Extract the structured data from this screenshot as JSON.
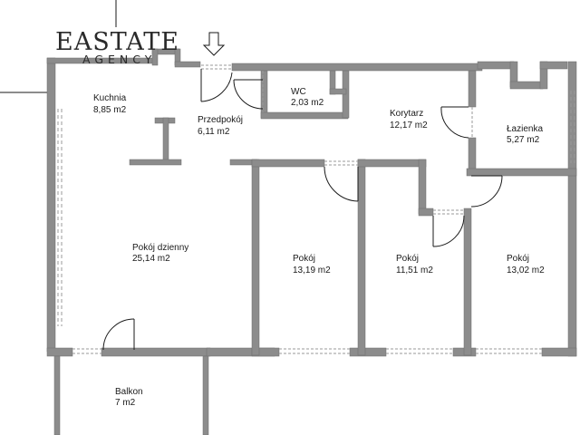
{
  "brand": {
    "name": "EASTATE",
    "tagline": "AGENCY"
  },
  "rooms": {
    "kuchnia": {
      "name": "Kuchnia",
      "area": "8,85 m2"
    },
    "przedpokoj": {
      "name": "Przedpokój",
      "area": "6,11 m2"
    },
    "wc": {
      "name": "WC",
      "area": "2,03 m2"
    },
    "korytarz": {
      "name": "Korytarz",
      "area": "12,17 m2"
    },
    "lazienka": {
      "name": "Łazienka",
      "area": "5,27 m2"
    },
    "pokoj_dzienny": {
      "name": "Pokój dzienny",
      "area": "25,14 m2"
    },
    "pokoj_1": {
      "name": "Pokój",
      "area": "13,19 m2"
    },
    "pokoj_2": {
      "name": "Pokój",
      "area": "11,51 m2"
    },
    "pokoj_3": {
      "name": "Pokój",
      "area": "13,02 m2"
    },
    "balkon": {
      "name": "Balkon",
      "area": "7 m2"
    }
  },
  "colors": {
    "wall": "#8c8c8c",
    "wall_edge": "#6e6e6e",
    "line": "#1a1a1a",
    "dashed": "#9a9a9a",
    "background": "#ffffff"
  },
  "icons": {
    "entrance": "down-arrow-icon"
  }
}
